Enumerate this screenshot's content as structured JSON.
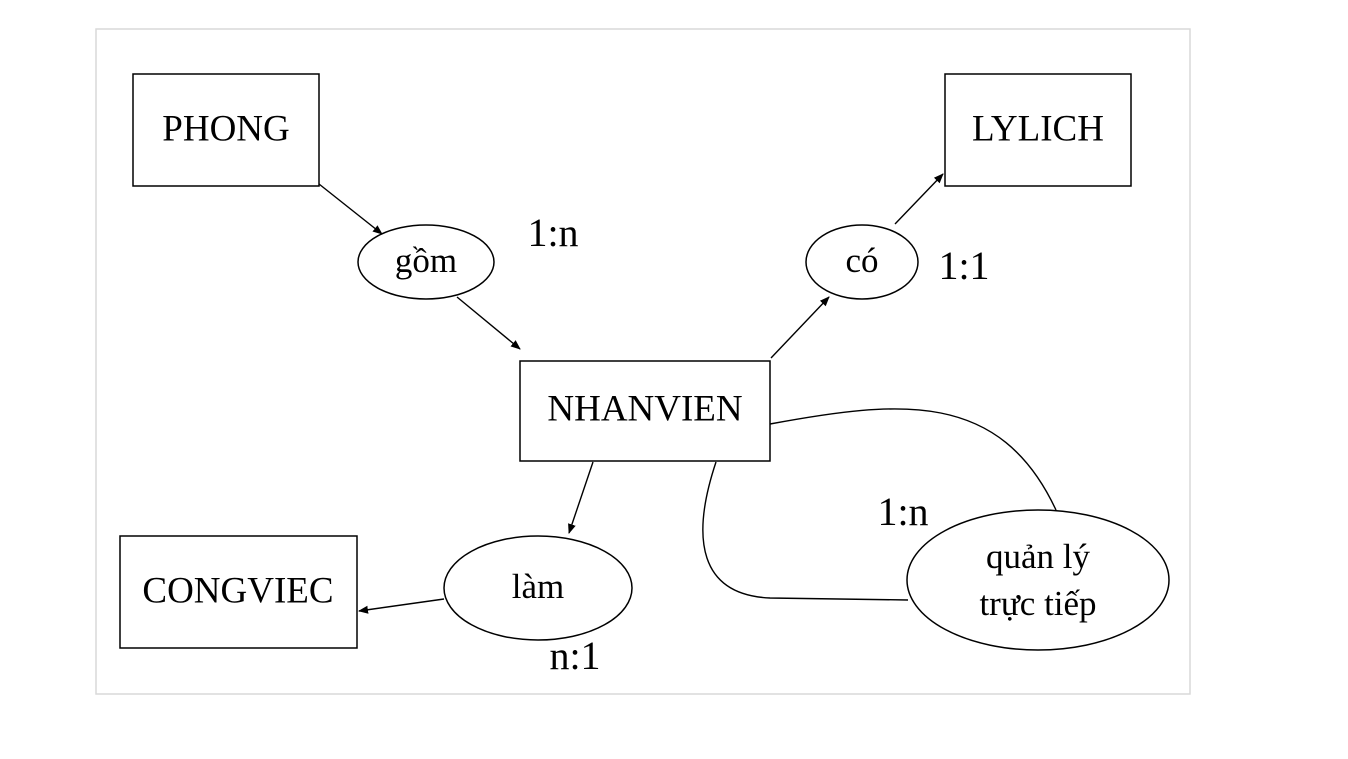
{
  "colors": {
    "background": "#ffffff",
    "frame_border": "#d9d9d9",
    "stroke": "#000000"
  },
  "entities": {
    "phong": "PHONG",
    "lylich": "LYLICH",
    "nhanvien": "NHANVIEN",
    "congviec": "CONGVIEC"
  },
  "relationships": {
    "gom": "gồm",
    "co": "có",
    "lam": "làm",
    "quanly_line1": "quản lý",
    "quanly_line2": "trực tiếp"
  },
  "cardinalities": {
    "gom": "1:n",
    "co": "1:1",
    "lam": "n:1",
    "quanly": "1:n"
  }
}
